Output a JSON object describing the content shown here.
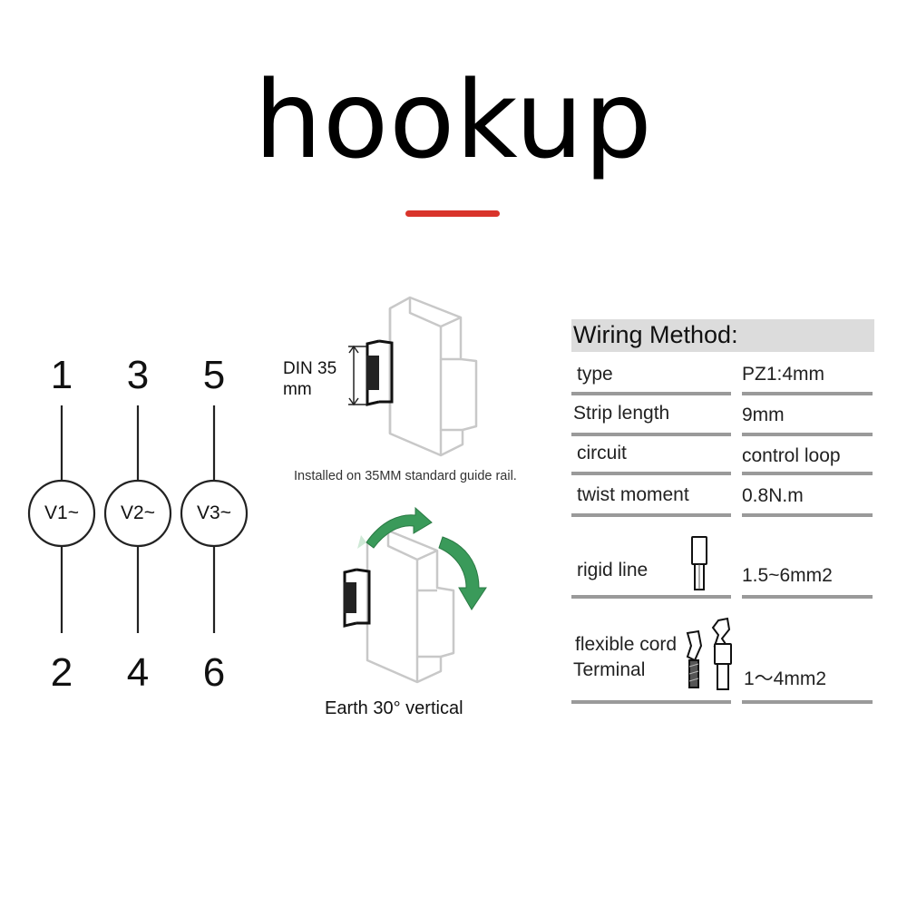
{
  "title": "hookup",
  "accent_color": "#d9342b",
  "terminals": {
    "top": [
      "1",
      "3",
      "5"
    ],
    "bottom": [
      "2",
      "4",
      "6"
    ],
    "coils": [
      "V1~",
      "V2~",
      "V3~"
    ]
  },
  "mounting": {
    "din_label_line1": "DIN 35",
    "din_label_line2": "mm",
    "rail_caption": "Installed on 35MM standard guide rail.",
    "earth_caption": "Earth 30° vertical",
    "rotation_arrow_color": "#3a9a5a"
  },
  "wiring": {
    "header": "Wiring Method:",
    "rows": [
      {
        "label": "type",
        "value": "PZ1:4mm"
      },
      {
        "label": "Strip length",
        "value": "9mm"
      },
      {
        "label": "circuit",
        "value": "control loop"
      },
      {
        "label": "twist moment",
        "value": "0.8N.m"
      },
      {
        "label": "rigid line",
        "value": "1.5~6mm2",
        "icon": "rigid-ferrule-icon"
      },
      {
        "label_line1": "flexible cord",
        "label_line2": "Terminal",
        "value": "1～4mm2",
        "icon": "flexible-ferrule-icon"
      }
    ]
  }
}
